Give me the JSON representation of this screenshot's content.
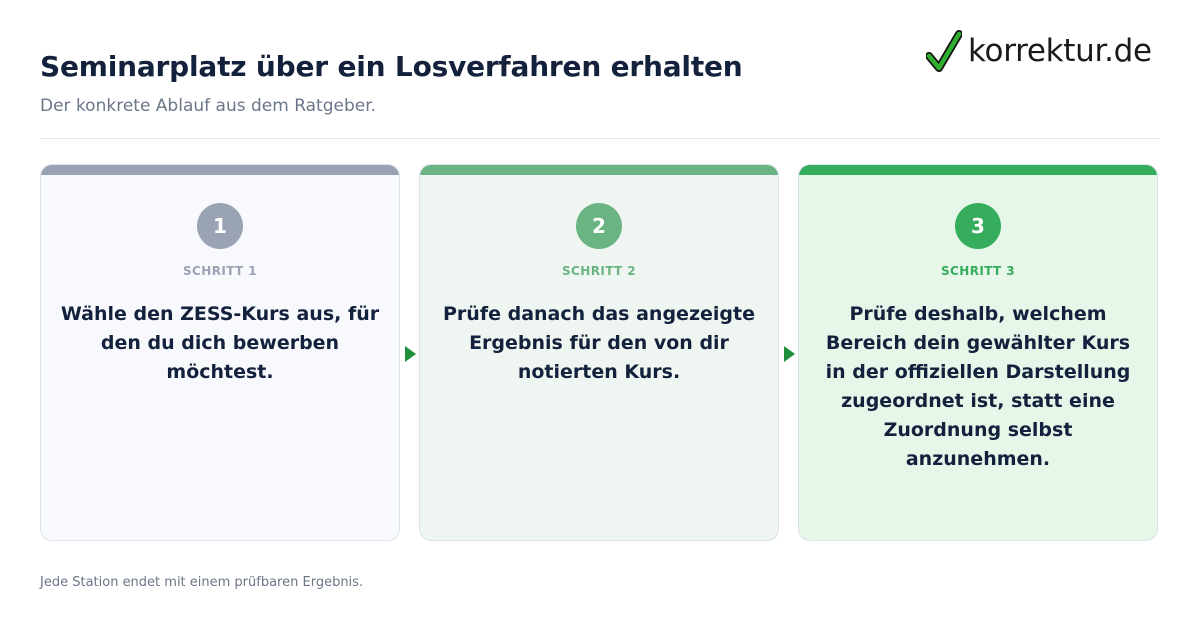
{
  "header": {
    "title": "Seminarplatz über ein Losverfahren erhalten",
    "subtitle": "Der konkrete Ablauf aus dem Ratgeber."
  },
  "logo": {
    "text": "korrektur.de",
    "icon": "checkmark-icon",
    "check_color": "#2fae2f"
  },
  "steps": [
    {
      "number": "1",
      "label": "SCHRITT 1",
      "text": "Wähle den ZESS-Kurs aus, für den du dich bewerben möchtest.",
      "accent": "#9aa3b4",
      "background": "#f7f9fc"
    },
    {
      "number": "2",
      "label": "SCHRITT 2",
      "text": "Prüfe danach das angezeigte Ergebnis für den von dir notierten Kurs.",
      "accent": "#6ab483",
      "background": "#eff6f1"
    },
    {
      "number": "3",
      "label": "SCHRITT 3",
      "text": "Prüfe deshalb, welchem Bereich dein gewählter Kurs in der offiziellen Darstellung zugeordnet ist, statt eine Zuordnung selbst anzunehmen.",
      "accent": "#36ad5c",
      "background": "#e6f7ea"
    }
  ],
  "connector_arrow": {
    "icon": "arrow-right-icon",
    "color": "#1f8f3c"
  },
  "footer": {
    "note": "Jede Station endet mit einem prüfbaren Ergebnis."
  }
}
